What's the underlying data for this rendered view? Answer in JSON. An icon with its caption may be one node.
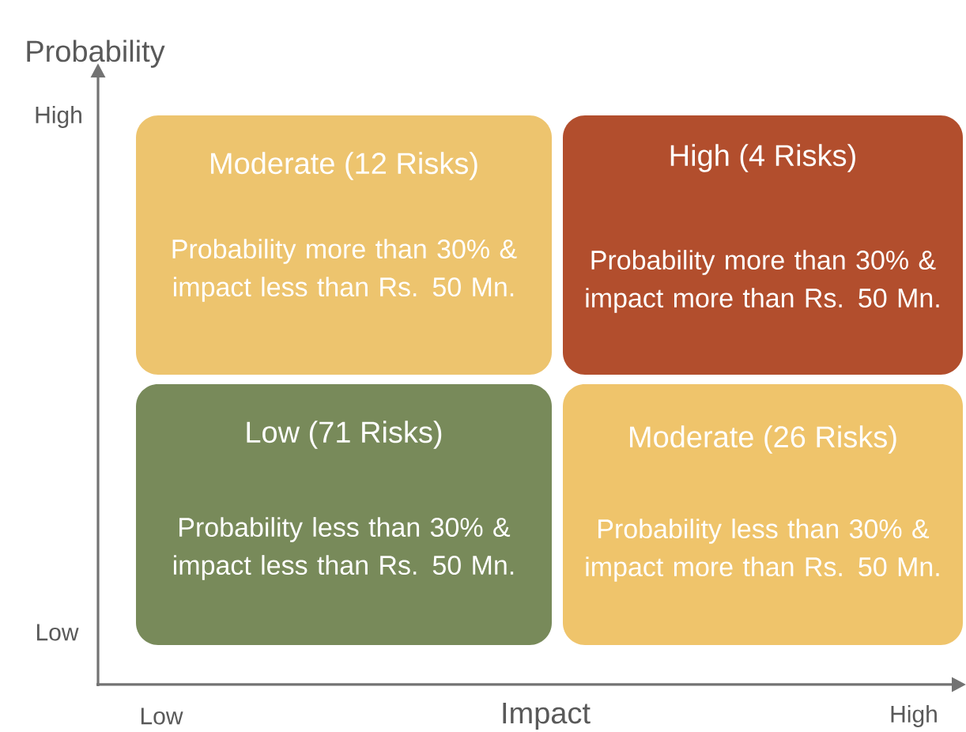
{
  "diagram": {
    "nodes": [
      {
        "text": [
          "Moderate (12 Risks)",
          "Probability more than 30% & impact less than Rs. 50 Mn."
        ]
      },
      {
        "text": [
          "High (4 Risks)",
          "Probability more than 30% & impact more than Rs. 50 Mn."
        ]
      },
      {
        "text": [
          "Low (71 Risks)",
          "Probability less than 30% & impact less than Rs. 50 Mn."
        ]
      },
      {
        "text": [
          "Moderate (26 Risks)",
          "Probability less than 30% & impact more than Rs. 50 Mn."
        ]
      }
    ],
    "labels": [
      "Probability",
      "High",
      "Low",
      "Low",
      "Impact",
      "High"
    ]
  }
}
